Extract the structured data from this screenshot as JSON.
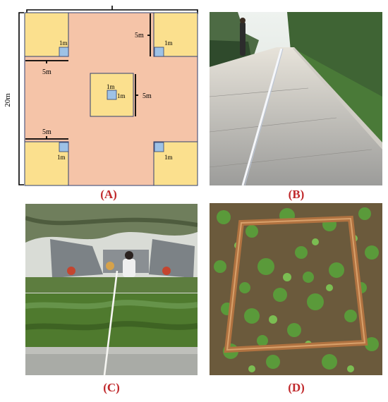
{
  "diagram": {
    "side_label": "20m",
    "corner_size_label": "5m",
    "subplot_label": "1m",
    "center_size_label": "5m",
    "colors": {
      "plot": "#f5c4a8",
      "quadrat": "#fbe08e",
      "subplot": "#9ec2e6",
      "outline": "#2f3f6f"
    }
  },
  "labels": {
    "a": "(A)",
    "b": "(B)",
    "c": "(C)",
    "d": "(D)"
  }
}
